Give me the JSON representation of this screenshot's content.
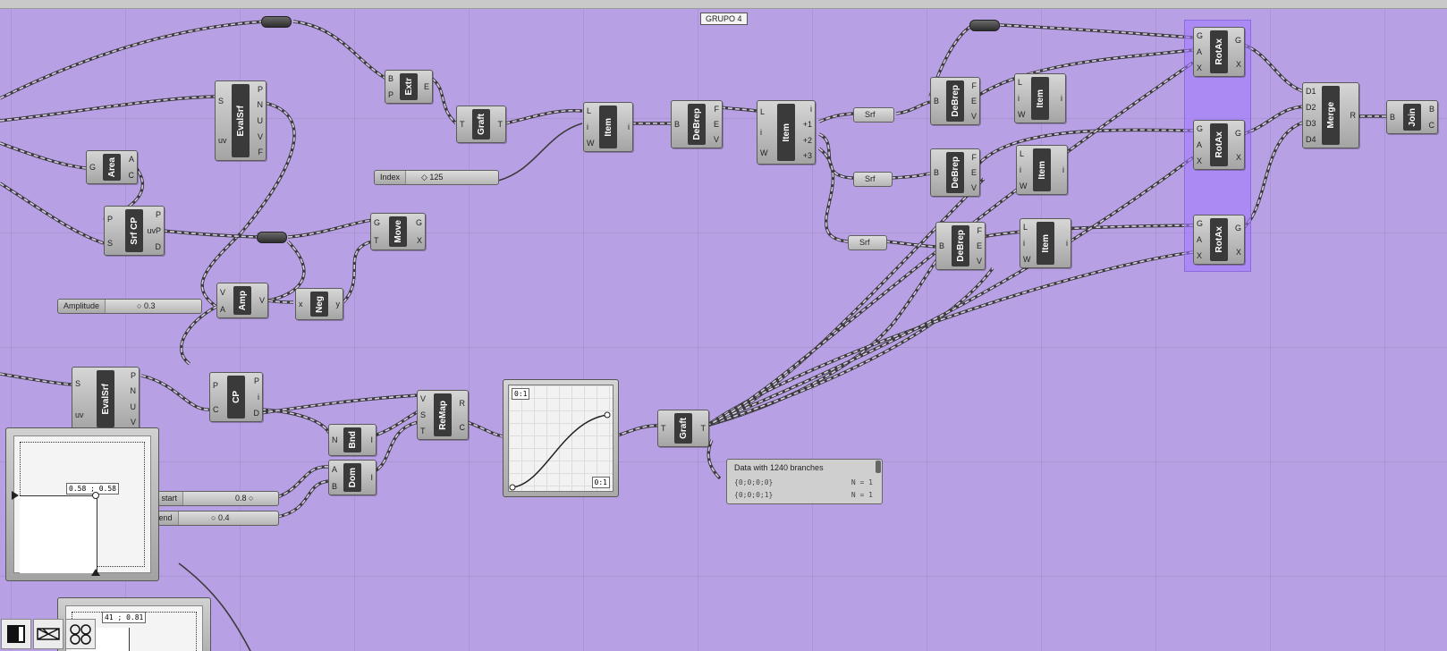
{
  "group": {
    "label": "GRUPO 4"
  },
  "components": [
    {
      "id": "evalsrf-top",
      "name": "EvalSrf",
      "inputs": [
        "S",
        "uv"
      ],
      "outputs": [
        "P",
        "N",
        "U",
        "V",
        "F"
      ]
    },
    {
      "id": "area",
      "name": "Area",
      "inputs": [
        "G"
      ],
      "outputs": [
        "A",
        "C"
      ]
    },
    {
      "id": "srfcp",
      "name": "Srf CP",
      "inputs": [
        "P",
        "S"
      ],
      "outputs": [
        "P",
        "uvP",
        "D"
      ]
    },
    {
      "id": "extr",
      "name": "Extr",
      "inputs": [
        "B",
        "P"
      ],
      "outputs": [
        "E"
      ]
    },
    {
      "id": "graft-top",
      "name": "Graft",
      "inputs": [
        "T"
      ],
      "outputs": [
        "T"
      ]
    },
    {
      "id": "move",
      "name": "Move",
      "inputs": [
        "G",
        "T"
      ],
      "outputs": [
        "G",
        "X"
      ]
    },
    {
      "id": "amp",
      "name": "Amp",
      "inputs": [
        "V",
        "A"
      ],
      "outputs": [
        "V"
      ]
    },
    {
      "id": "neg",
      "name": "Neg",
      "inputs": [
        "x"
      ],
      "outputs": [
        "y"
      ]
    },
    {
      "id": "item-1",
      "name": "Item",
      "inputs": [
        "L",
        "i",
        "W"
      ],
      "outputs": [
        "i"
      ]
    },
    {
      "id": "debrep-1",
      "name": "DeBrep",
      "inputs": [
        "B"
      ],
      "outputs": [
        "F",
        "E",
        "V"
      ]
    },
    {
      "id": "item-split",
      "name": "Item",
      "inputs": [
        "L",
        "i",
        "W"
      ],
      "outputs": [
        "i",
        "+1",
        "+2",
        "+3"
      ]
    },
    {
      "id": "debrep-2",
      "name": "DeBrep",
      "inputs": [
        "B"
      ],
      "outputs": [
        "F",
        "E",
        "V"
      ]
    },
    {
      "id": "debrep-3",
      "name": "DeBrep",
      "inputs": [
        "B"
      ],
      "outputs": [
        "F",
        "E",
        "V"
      ]
    },
    {
      "id": "debrep-4",
      "name": "DeBrep",
      "inputs": [
        "B"
      ],
      "outputs": [
        "F",
        "E",
        "V"
      ]
    },
    {
      "id": "item-2",
      "name": "Item",
      "inputs": [
        "L",
        "i",
        "W"
      ],
      "outputs": [
        "i"
      ]
    },
    {
      "id": "item-3",
      "name": "Item",
      "inputs": [
        "L",
        "i",
        "W"
      ],
      "outputs": [
        "i"
      ]
    },
    {
      "id": "item-4",
      "name": "Item",
      "inputs": [
        "L",
        "i",
        "W"
      ],
      "outputs": [
        "i"
      ]
    },
    {
      "id": "rotax-1",
      "name": "RotAx",
      "inputs": [
        "G",
        "A",
        "X"
      ],
      "outputs": [
        "G",
        "X"
      ]
    },
    {
      "id": "rotax-2",
      "name": "RotAx",
      "inputs": [
        "G",
        "A",
        "X"
      ],
      "outputs": [
        "G",
        "X"
      ]
    },
    {
      "id": "rotax-3",
      "name": "RotAx",
      "inputs": [
        "G",
        "A",
        "X"
      ],
      "outputs": [
        "G",
        "X"
      ]
    },
    {
      "id": "merge",
      "name": "Merge",
      "inputs": [
        "D1",
        "D2",
        "D3",
        "D4"
      ],
      "outputs": [
        "R"
      ]
    },
    {
      "id": "join",
      "name": "Join",
      "inputs": [
        "B"
      ],
      "outputs": [
        "B",
        "C"
      ]
    },
    {
      "id": "evalsrf-bottom",
      "name": "EvalSrf",
      "inputs": [
        "S",
        "uv"
      ],
      "outputs": [
        "P",
        "N",
        "U",
        "V"
      ]
    },
    {
      "id": "cp",
      "name": "CP",
      "inputs": [
        "P",
        "C"
      ],
      "outputs": [
        "P",
        "i",
        "D"
      ]
    },
    {
      "id": "bnd",
      "name": "Bnd",
      "inputs": [
        "N"
      ],
      "outputs": [
        "I"
      ]
    },
    {
      "id": "dom",
      "name": "Dom",
      "inputs": [
        "A",
        "B"
      ],
      "outputs": [
        "I"
      ]
    },
    {
      "id": "remap",
      "name": "ReMap",
      "inputs": [
        "V",
        "S",
        "T"
      ],
      "outputs": [
        "R",
        "C"
      ]
    },
    {
      "id": "graft-bottom",
      "name": "Graft",
      "inputs": [
        "T"
      ],
      "outputs": [
        "T"
      ]
    }
  ],
  "params": {
    "srf1": "Srf",
    "srf2": "Srf",
    "srf3": "Srf"
  },
  "sliders": {
    "index": {
      "label": "Index",
      "value": "125"
    },
    "amplitude": {
      "label": "Amplitude",
      "value": "0.3"
    },
    "domain_start": {
      "label": "Domain start",
      "value": "0.8"
    },
    "domain_end": {
      "label": "Domain end",
      "value": "0.4"
    }
  },
  "graph_mapper": {
    "top_left": "0:1",
    "bottom_right": "0:1"
  },
  "md_pad": {
    "readout": "0.58 ; 0.58"
  },
  "md_pad_2": {
    "readout": "41 ; 0.81"
  },
  "panel": {
    "header": "Data with 1240 branches",
    "rows": [
      {
        "path": "{0;0;0;0}",
        "count": "N = 1"
      },
      {
        "path": "{0;0;0;1}",
        "count": "N = 1"
      }
    ]
  },
  "toolbar": {
    "icons": [
      "window-icon",
      "sketch-icon",
      "network-icon"
    ]
  }
}
